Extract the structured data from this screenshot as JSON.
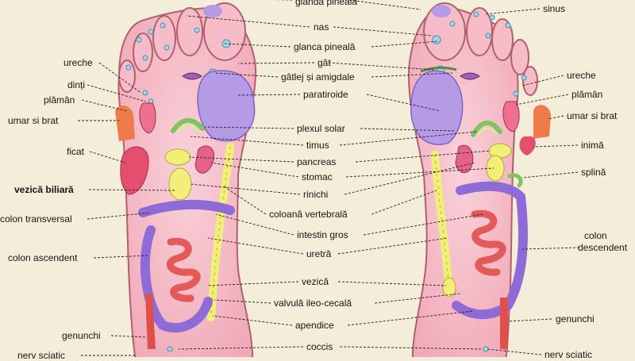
{
  "labels": {
    "center": [
      "glanda pineala",
      "nas",
      "glanca pineală",
      "gât",
      "gâtlej și amigdale",
      "paratiroide",
      "plexul solar",
      "timus",
      "pancreas",
      "stomac",
      "rinichi",
      "coloană vertebrală",
      "intestin gros",
      "uretră",
      "vezică",
      "valvulă ileo-cecală",
      "apendice",
      "coccis"
    ],
    "left": [
      "ureche",
      "dinți",
      "plămân",
      "umar si brat",
      "ficat",
      "vezică biliară",
      "colon transversal",
      "colon ascendent",
      "genunchi",
      "nerv sciatic"
    ],
    "right": [
      "sinus",
      "ureche",
      "plămân",
      "umar si brat",
      "inimă",
      "splină",
      "colon",
      "descendent",
      "genunchi",
      "nerv sciatic"
    ]
  },
  "colors": {
    "background": "#f4edda",
    "foot_skin": "#f5b9c4",
    "foot_outline": "#b0606e",
    "bladder_purple": "#b59be6",
    "colon_purple": "#8e6bd6",
    "spine_yellow": "#f2ef78",
    "small_intestine": "#e25a5a",
    "leader_line": "#222222"
  }
}
